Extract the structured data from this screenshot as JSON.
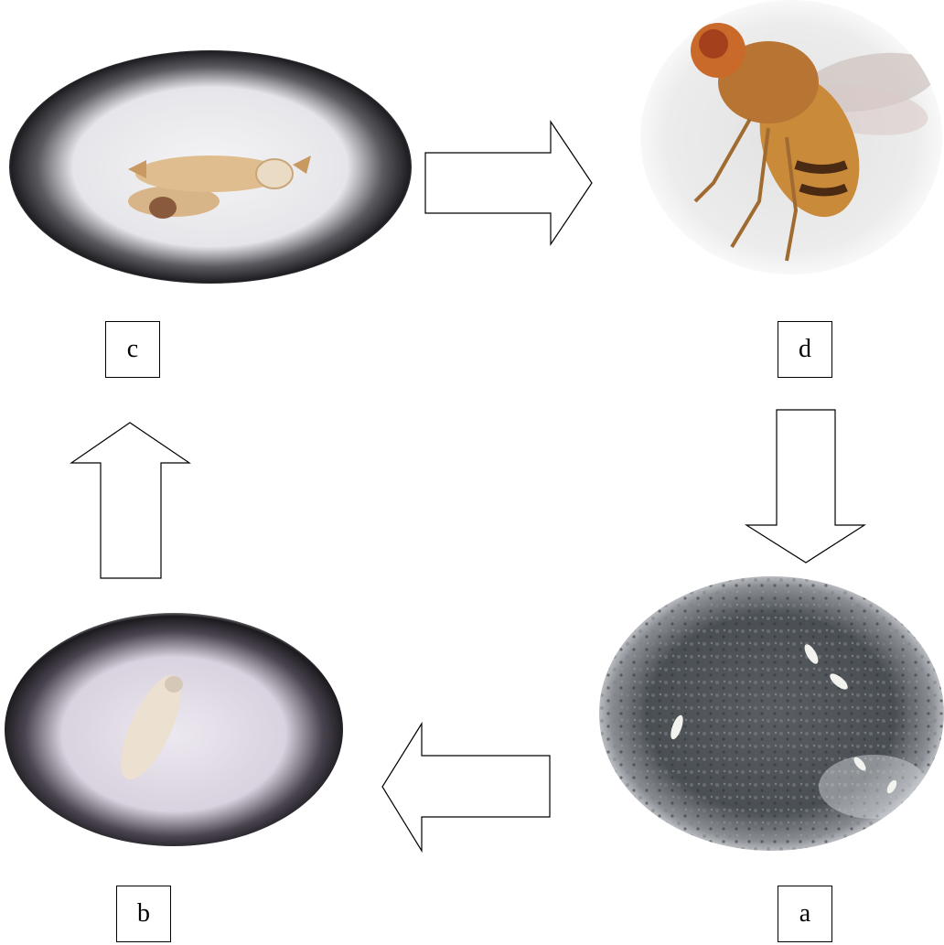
{
  "stages": {
    "a": {
      "label": "a"
    },
    "b": {
      "label": "b"
    },
    "c": {
      "label": "c"
    },
    "d": {
      "label": "d"
    }
  },
  "arrows": [
    {
      "from": "c",
      "to": "d",
      "direction": "right"
    },
    {
      "from": "d",
      "to": "a",
      "direction": "down"
    },
    {
      "from": "a",
      "to": "b",
      "direction": "left"
    },
    {
      "from": "b",
      "to": "c",
      "direction": "up"
    }
  ],
  "icons": {
    "c": "pupa-photo-icon",
    "d": "adult-fly-photo-icon",
    "b": "larva-photo-icon",
    "a": "eggs-photo-icon"
  }
}
